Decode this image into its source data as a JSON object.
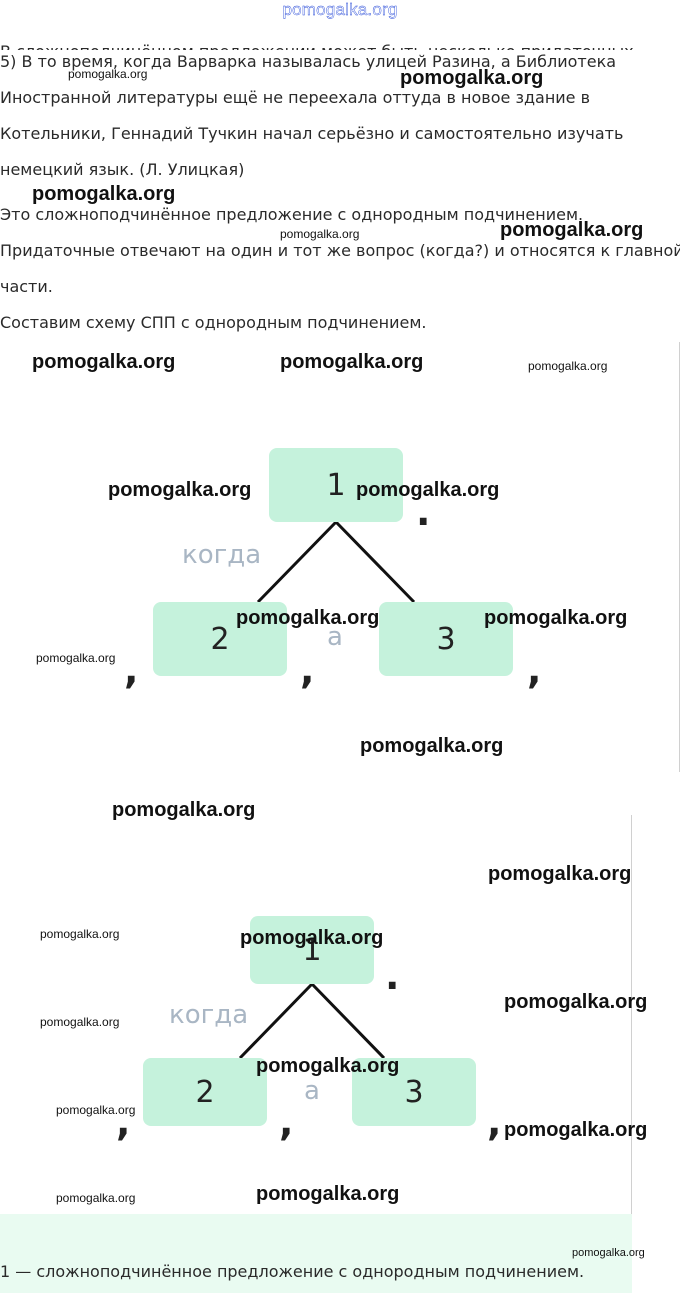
{
  "header": {
    "site": "pomogalka.org"
  },
  "text": {
    "cut_line": "В сложноподчинённом предложении может быть несколько придаточных",
    "example": [
      "5) В то время, когда Варварка называлась улицей Разина, а Библиотека",
      "Иностранной литературы ещё не переехала оттуда в новое здание в",
      "Котельники, Геннадий Тучкин начал серьёзно и самостоятельно изучать",
      "немецкий язык. (Л. Улицкая)"
    ],
    "explanation": [
      "Это сложноподчинённое предложение с однородным подчинением.",
      "Придаточные отвечают на один и тот же вопрос (когда?) и относятся к главной",
      "части.",
      "Составим схему СПП с однородным подчинением."
    ],
    "result": "1 — сложноподчинённое предложение с однородным подчинением."
  },
  "scheme": {
    "main": "1",
    "sub1": "2",
    "sub2": "3",
    "question": "когда",
    "conj": "а",
    "comma": ",",
    "period": "."
  },
  "watermarks": [
    "pomogalka.org",
    "pomogalka.org",
    "pomogalka.org",
    "pomogalka.org",
    "pomogalka.org",
    "pomogalka.org",
    "pomogalka.org",
    "pomogalka.org",
    "pomogalka.org",
    "pomogalka.org",
    "pomogalka.org",
    "pomogalka.org",
    "pomogalka.org",
    "pomogalka.org",
    "pomogalka.org",
    "pomogalka.org",
    "pomogalka.org",
    "pomogalka.org",
    "pomogalka.org",
    "pomogalka.org",
    "pomogalka.org",
    "pomogalka.org",
    "pomogalka.org",
    "pomogalka.org",
    "pomogalka.org",
    "pomogalka.org"
  ],
  "colors": {
    "box": "#c5f2dc",
    "label": "#a9b6c4",
    "header": "#1a3fd6",
    "band": "#e9fbf1"
  }
}
